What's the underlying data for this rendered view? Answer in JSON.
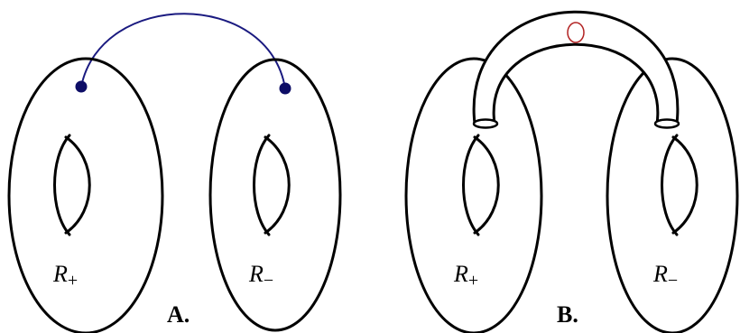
{
  "colors": {
    "outline": "#000000",
    "arc": "#1a1a80",
    "point": "#0d0d66",
    "meridian": "#b22222",
    "background": "#ffffff"
  },
  "panel_a": {
    "label": "A.",
    "left_surface": {
      "symbol": "R",
      "subscript": "+"
    },
    "right_surface": {
      "symbol": "R",
      "subscript": "−"
    }
  },
  "panel_b": {
    "label": "B.",
    "left_surface": {
      "symbol": "R",
      "subscript": "+"
    },
    "right_surface": {
      "symbol": "R",
      "subscript": "−"
    }
  }
}
